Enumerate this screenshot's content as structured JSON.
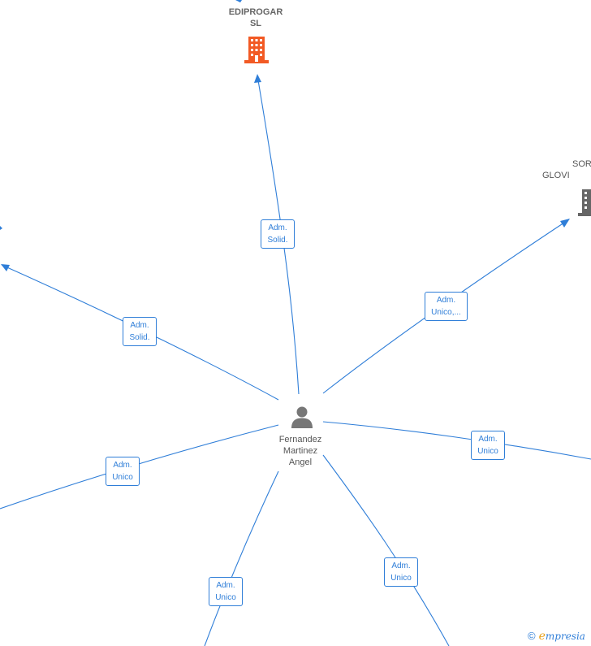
{
  "center": {
    "name_lines": [
      "Fernandez",
      "Martinez",
      "Angel"
    ],
    "icon": "person-icon"
  },
  "companies": {
    "edip": {
      "name_lines": [
        "EDIPROGAR",
        "SL"
      ],
      "icon": "building-icon",
      "color": "#f25a24"
    },
    "sor": {
      "name_lines": [
        "SOR",
        "GLOVI"
      ],
      "icon": "building-icon",
      "color": "#666666"
    }
  },
  "relations": {
    "edip": [
      "Adm.",
      "Solid."
    ],
    "left_upper": [
      "Adm.",
      "Solid."
    ],
    "sor": [
      "Adm.",
      "Unico,..."
    ],
    "right": [
      "Adm.",
      "Unico"
    ],
    "left_lower": [
      "Adm.",
      "Unico"
    ],
    "bottom_left": [
      "Adm.",
      "Unico"
    ],
    "bottom_right": [
      "Adm.",
      "Unico"
    ]
  },
  "colors": {
    "edge": "#2f7ed8",
    "label_text": "#2f7ed8"
  },
  "footer": {
    "copyright": "©",
    "brand_e": "e",
    "brand_rest": "mpresia"
  }
}
